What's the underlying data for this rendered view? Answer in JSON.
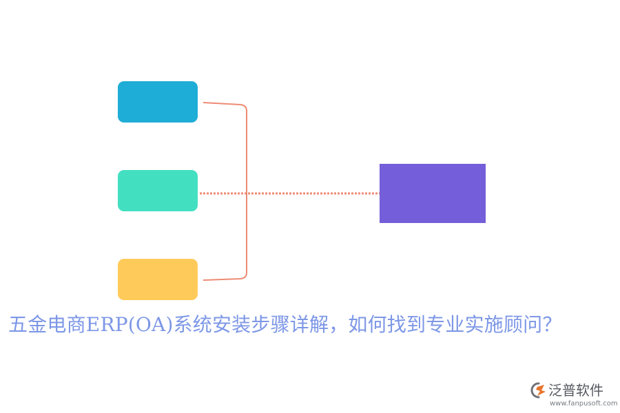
{
  "diagram": {
    "caption": "五金电商ERP(OA)系统安装步骤详解，如何找到专业实施顾问？",
    "node_colors": {
      "top": "#1eadd6",
      "middle": "#43dfc1",
      "bottom": "#fecb5a",
      "target": "#755ed9"
    },
    "connector_color": "#ee8a74"
  },
  "brand": {
    "name": "泛普软件",
    "url": "www.fanpusoft.com",
    "logo_icon": "fanpu-logo-icon"
  }
}
